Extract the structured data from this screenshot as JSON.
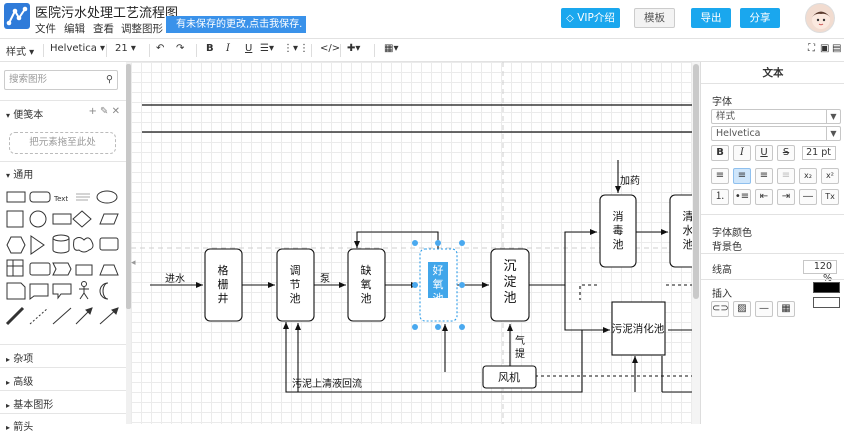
{
  "header": {
    "title": "医院污水处理工艺流程图",
    "menus": [
      "文件",
      "编辑",
      "查看",
      "调整图形"
    ],
    "unsaved_notice": "有未保存的更改,点击我保存.",
    "vip_label": "VIP介绍",
    "template_label": "模板",
    "export_label": "导出",
    "share_label": "分享"
  },
  "toolbar": {
    "style_label": "样式",
    "font_label": "Helvetica",
    "size_label": "21",
    "bold": "B",
    "italic": "I",
    "underline": "U",
    "code": "</>"
  },
  "left_panel": {
    "search_placeholder": "搜索图形",
    "scratchpad": "便笺本",
    "drop_hint": "把元素拖至此处",
    "general": "通用",
    "text_shape": "Text",
    "misc": "杂项",
    "advanced": "高级",
    "basic_shapes": "基本图形",
    "arrows": "箭头"
  },
  "right_panel": {
    "title": "文本",
    "font_section": "字体",
    "style_select": "样式",
    "font_select": "Helvetica",
    "font_size": "21 pt",
    "font_color": "字体颜色",
    "bg_color": "背景色",
    "line_height_label": "线高",
    "line_height": "120 %",
    "insert": "插入"
  },
  "diagram": {
    "nodes": {
      "geshan": "格栅井",
      "tiaojie": "调节池",
      "queyang": "缺氧池",
      "haoyang": "好氧池",
      "chendian": "沉淀池",
      "xiaodu": "消毒池",
      "qingshui": "清水池",
      "wunixiaohua": "污泥消化池",
      "fengji": "风机"
    },
    "labels": {
      "jinshui": "进水",
      "beng": "泵",
      "jiayao": "加药",
      "qiti": "气提",
      "huiliu": "污泥上清液回流"
    }
  },
  "colors": {
    "accent": "#1aa7ee",
    "notice": "#3a92ea",
    "selection": "#2c9ce8"
  }
}
